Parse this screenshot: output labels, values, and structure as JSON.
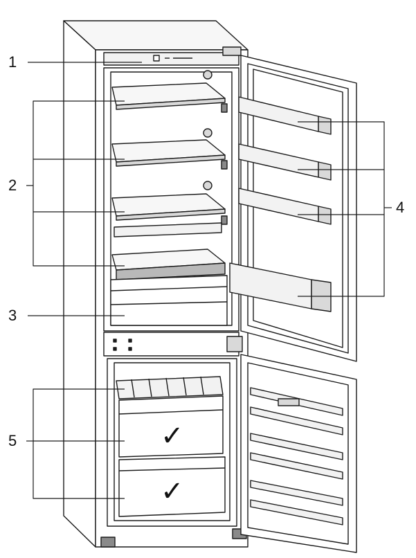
{
  "callouts": {
    "c1": "1",
    "c2": "2",
    "c3": "3",
    "c4": "4",
    "c5": "5"
  },
  "marks": {
    "check": "✓"
  },
  "colors": {
    "line": "#1a1a1a",
    "fill_light": "#f2f2f2",
    "fill_mid": "#d9d9d9",
    "fill_dark": "#8a8a8a"
  }
}
